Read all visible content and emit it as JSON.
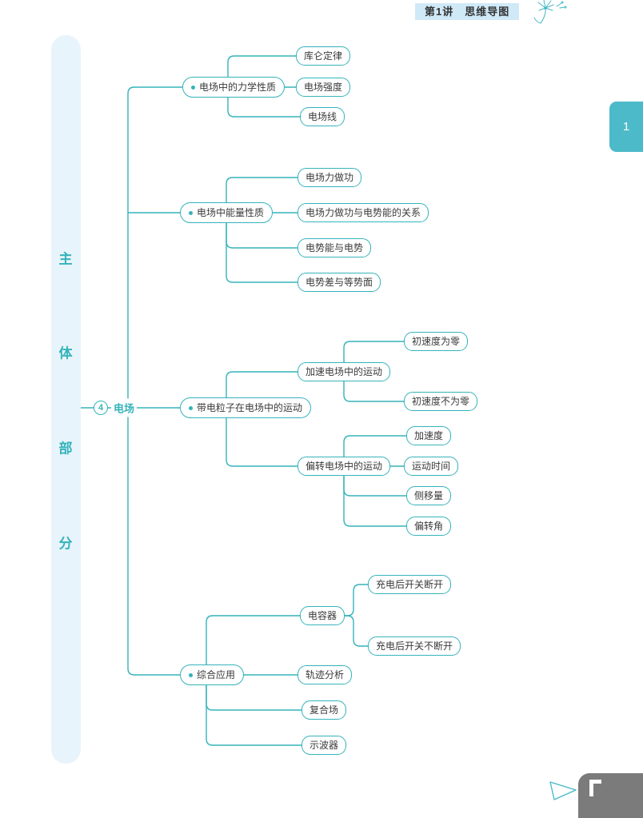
{
  "header": {
    "lesson_badge": "第1讲　思维导图",
    "decoration_icon": "dandelion-sketch-icon"
  },
  "page_tab": {
    "number": "1"
  },
  "side_label": {
    "chars": [
      "主",
      "体",
      "部",
      "分"
    ]
  },
  "mindmap": {
    "root": {
      "number": "4",
      "label": "电场"
    },
    "branches": [
      {
        "label": "电场中的力学性质",
        "children": [
          {
            "label": "库仑定律"
          },
          {
            "label": "电场强度"
          },
          {
            "label": "电场线"
          }
        ]
      },
      {
        "label": "电场中能量性质",
        "children": [
          {
            "label": "电场力做功"
          },
          {
            "label": "电场力做功与电势能的关系"
          },
          {
            "label": "电势能与电势"
          },
          {
            "label": "电势差与等势面"
          }
        ]
      },
      {
        "label": "带电粒子在电场中的运动",
        "children": [
          {
            "label": "加速电场中的运动",
            "children": [
              {
                "label": "初速度为零"
              },
              {
                "label": "初速度不为零"
              }
            ]
          },
          {
            "label": "偏转电场中的运动",
            "children": [
              {
                "label": "加速度"
              },
              {
                "label": "运动时间"
              },
              {
                "label": "侧移量"
              },
              {
                "label": "偏转角"
              }
            ]
          }
        ]
      },
      {
        "label": "综合应用",
        "children": [
          {
            "label": "电容器",
            "children": [
              {
                "label": "充电后开关断开"
              },
              {
                "label": "充电后开关不断开"
              }
            ]
          },
          {
            "label": "轨迹分析"
          },
          {
            "label": "复合场"
          },
          {
            "label": "示波器"
          }
        ]
      }
    ]
  },
  "colors": {
    "teal": "#35b3ba",
    "sidebar_bg": "#e8f4fb",
    "badge_bg": "#cfe9f7",
    "tab_bg": "#4cbac9",
    "corner_box": "#7b7b7b"
  }
}
